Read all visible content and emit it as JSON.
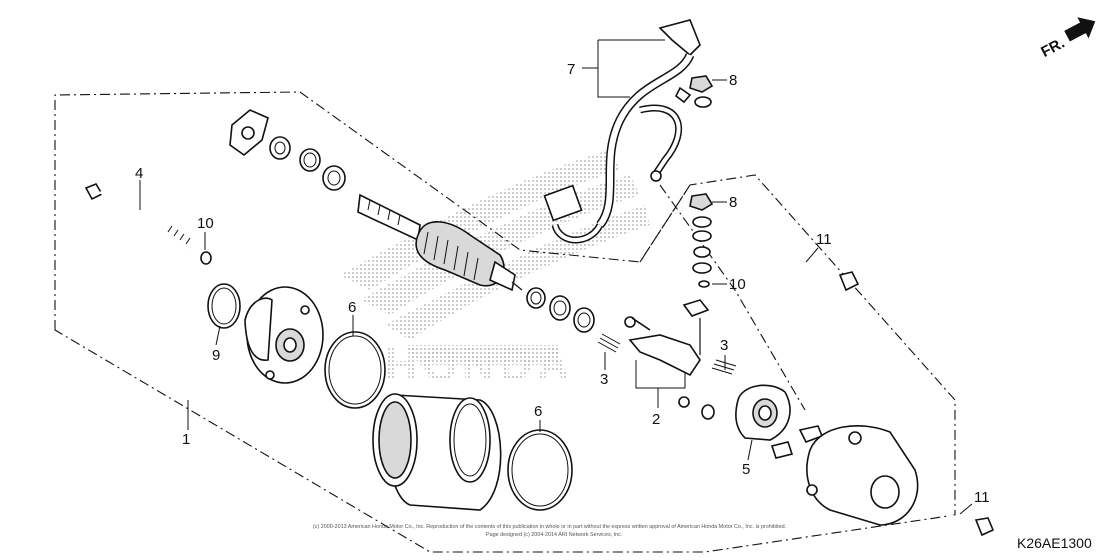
{
  "diagram": {
    "code": "K26AE1300",
    "direction": "FR.",
    "callouts": [
      "1",
      "2",
      "3",
      "3",
      "4",
      "5",
      "6",
      "6",
      "7",
      "8",
      "8",
      "9",
      "10",
      "10",
      "11",
      "11"
    ],
    "watermark": "HONDA",
    "copyright_line1": "(c) 2000-2013 American Honda Motor Co., Inc. Reproduction of the contents of this publication in whole or in part without the express written approval of American Honda Motor Co., Inc. is prohibited.",
    "copyright_line2": "Page designed (c) 2004-2014 ARI Network Services, Inc."
  }
}
